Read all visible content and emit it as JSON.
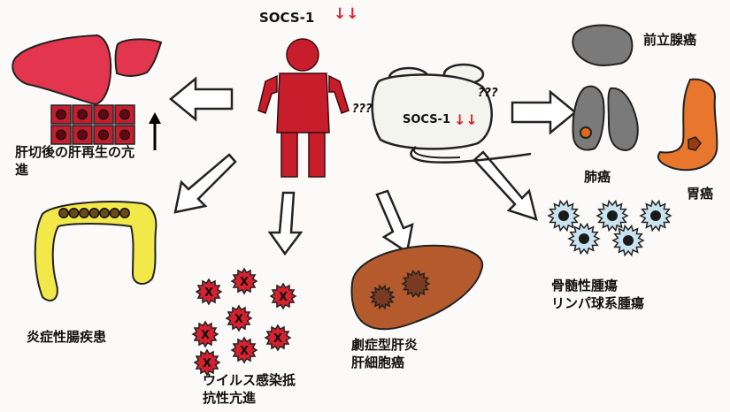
{
  "center": {
    "label": "SOCS-1",
    "arrows": "↓↓",
    "questions": "???"
  },
  "mouse": {
    "label": "SOCS-1",
    "arrows": "↓↓",
    "questions": "???"
  },
  "labels": {
    "liver_regen_line1": "肝切後の肝再生の亢",
    "liver_regen_line2": "進",
    "ibd": "炎症性腸疾患",
    "virus_line1": "ウイルス感染抵",
    "virus_line2": "抗性亢進",
    "hepatitis_line1": "劇症型肝炎",
    "hepatitis_line2": "肝細胞癌",
    "prostate": "前立腺癌",
    "lung": "肺癌",
    "stomach": "胃癌",
    "marrow_line1": "骨髄性腫瘍",
    "marrow_line2": "リンパ球系腫瘍",
    "virus_mark": "X"
  },
  "colors": {
    "human": "#c81e2c",
    "liver_red": "#e3364e",
    "cell_red": "#c51e2e",
    "colon_yellow": "#f2e84a",
    "virus_red": "#d6212f",
    "liver_brown": "#b45a2c",
    "lesion": "#7a3a22",
    "organ_gray": "#7a7a7a",
    "stomach_orange": "#e8762d",
    "tumor_blue": "#c9e3f0",
    "accent_red": "#e0202a"
  }
}
